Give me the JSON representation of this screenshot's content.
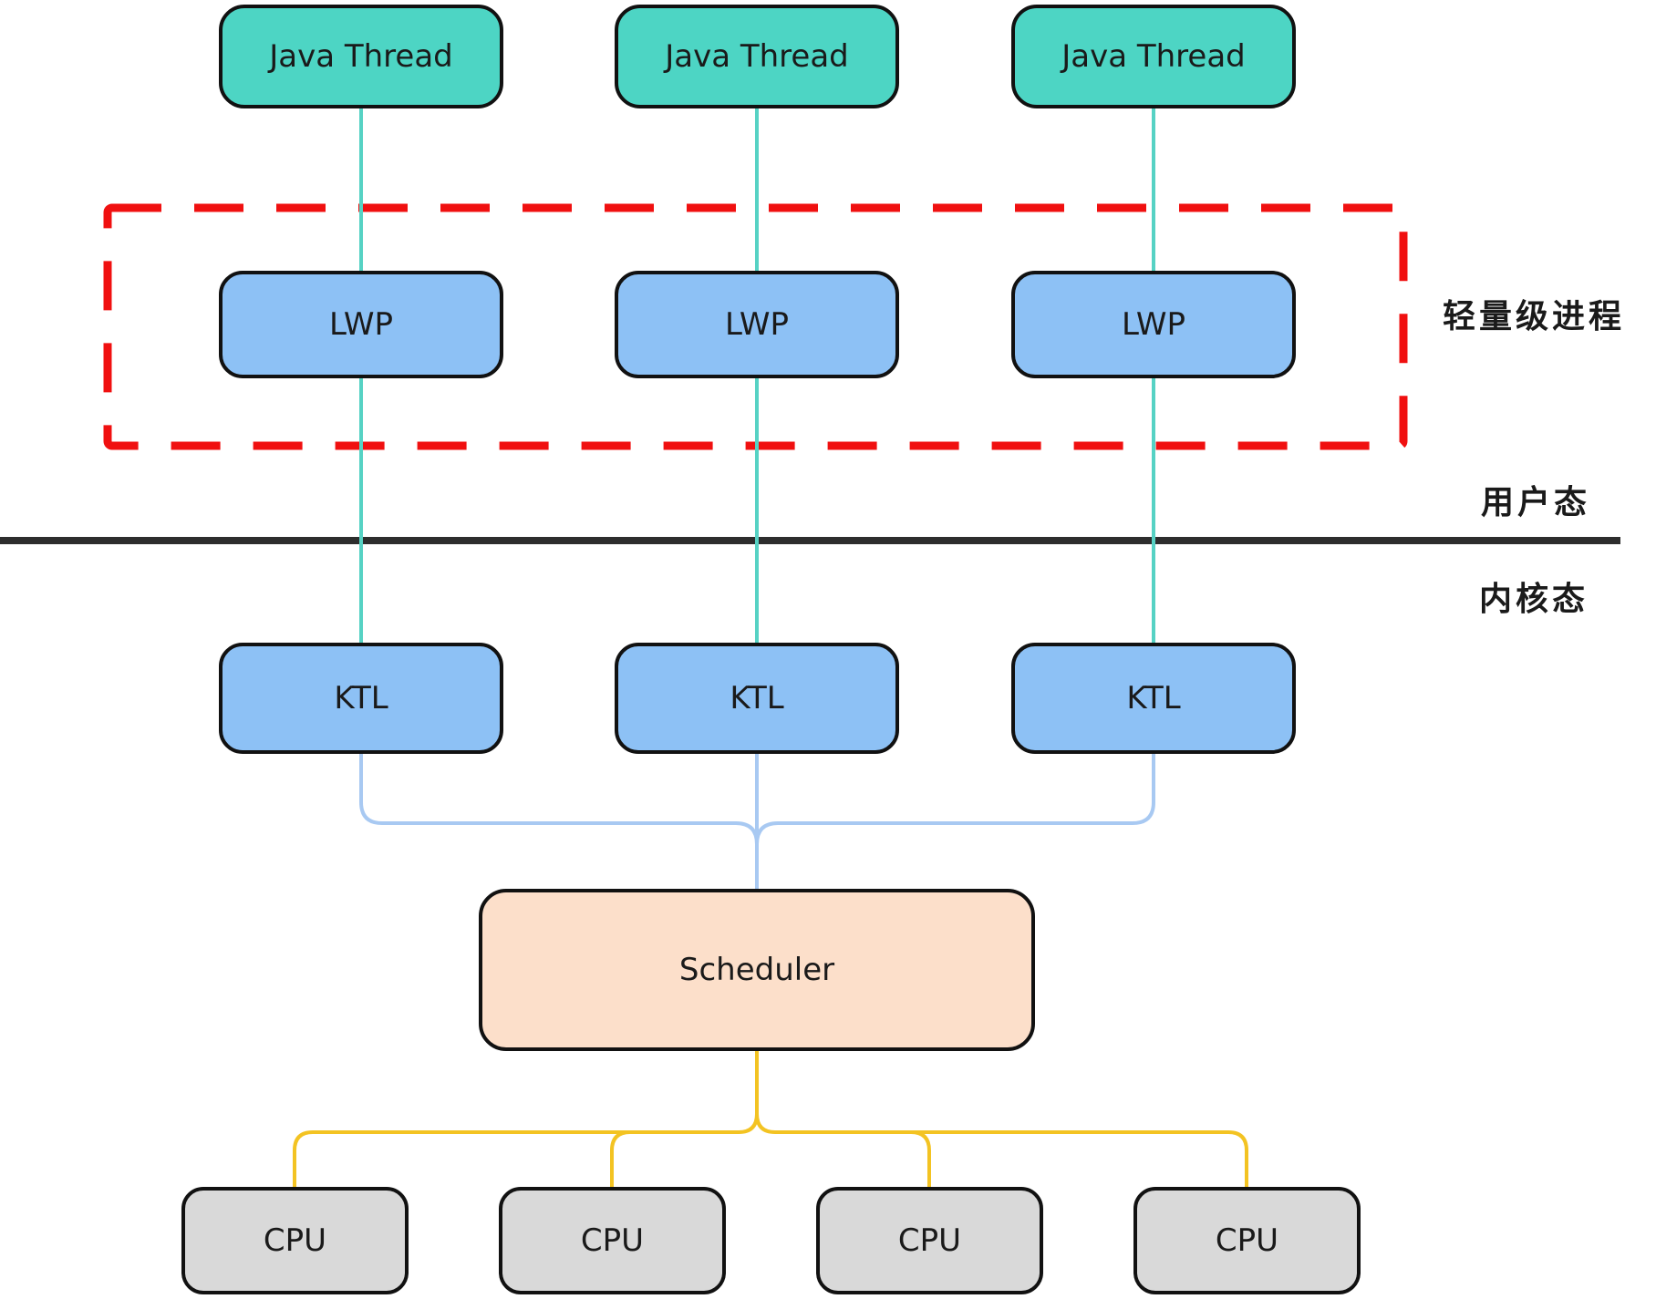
{
  "diagram": {
    "java_threads": [
      "Java Thread",
      "Java Thread",
      "Java Thread"
    ],
    "lwps": [
      "LWP",
      "LWP",
      "LWP"
    ],
    "ktls": [
      "KTL",
      "KTL",
      "KTL"
    ],
    "scheduler_label": "Scheduler",
    "cpus": [
      "CPU",
      "CPU",
      "CPU",
      "CPU"
    ],
    "labels": {
      "lightweight_process": "轻量级进程",
      "user_mode": "用户态",
      "kernel_mode": "内核态"
    },
    "colors": {
      "java_thread_fill": "#4DD5C4",
      "lwp_ktl_fill": "#8DC1F5",
      "scheduler_fill": "#FCDFCA",
      "cpu_fill": "#D9D9D9",
      "teal_line": "#56D2C4",
      "blue_line": "#A8C9F2",
      "yellow_line": "#F3C322",
      "red_dashed": "#F01010",
      "divider": "#2D2D2D",
      "box_border": "#111111",
      "text_color": "#1A1A1A"
    }
  }
}
